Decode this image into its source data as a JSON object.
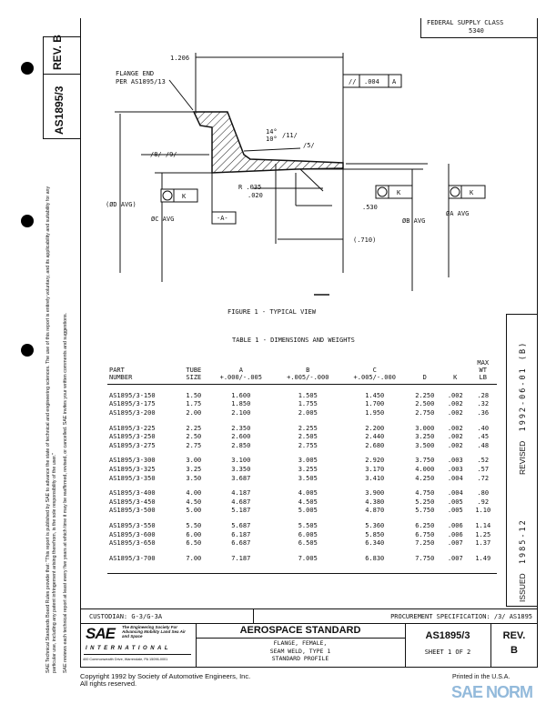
{
  "header": {
    "federal_supply_class_label": "FEDERAL SUPPLY CLASS",
    "federal_supply_class": "5340"
  },
  "left_strip": {
    "rev_label": "REV.",
    "rev": "B",
    "doc_number": "AS1895/3",
    "notice_1": "SAE Technical Standards Board Rules provide that: \"This report is published by SAE to advance the state of technical and engineering sciences. The use of this report is entirely voluntary, and its applicability and suitability for any particular use, including any patent infringement arising therefrom, is the sole responsibility of the user.\"",
    "notice_2": "SAE reviews each technical report at least every five years at which time it may be reaffirmed, revised, or cancelled. SAE invites your written comments and suggestions."
  },
  "right_strip": {
    "issued_label": "ISSUED",
    "issued": "1985-12",
    "revised_label": "REVISED",
    "revised": "1992-06-01 (B)"
  },
  "figure": {
    "caption": "FIGURE 1 - TYPICAL VIEW",
    "labels": {
      "flange_end": "FLANGE END",
      "per": "PER AS1895/13",
      "dim_1206": "1.206",
      "tol_symbol": "//",
      "tol_value": ".004",
      "tol_datum": "A",
      "angle_top": "14°",
      "angle_bottom": "10°",
      "angle_note": "/11/",
      "note_5": "/5/",
      "note_89": "/8/ /9/",
      "radius": "R .035",
      "radius_2": ".020",
      "dim_530": ".530",
      "dim_710": "(.710)",
      "d_avg": "(ØD AVG)",
      "c_avg": "ØC AVG",
      "b_avg": "ØB AVG",
      "a_avg": "ØA AVG",
      "datum_a": "-A-",
      "k": "K"
    }
  },
  "table": {
    "title": "TABLE 1 - DIMENSIONS AND WEIGHTS",
    "headers": [
      [
        "PART",
        "NUMBER"
      ],
      [
        "TUBE",
        "SIZE"
      ],
      [
        "A",
        "+.000/-.005"
      ],
      [
        "B",
        "+.005/-.000"
      ],
      [
        "C",
        "+.005/-.000"
      ],
      [
        "",
        "D"
      ],
      [
        "",
        "K"
      ],
      [
        "MAX",
        "WT",
        "LB"
      ]
    ],
    "groups": [
      [
        [
          "AS1895/3-150",
          "1.50",
          "1.600",
          "1.505",
          "1.450",
          "2.250",
          ".002",
          ".28"
        ],
        [
          "AS1895/3-175",
          "1.75",
          "1.850",
          "1.755",
          "1.700",
          "2.500",
          ".002",
          ".32"
        ],
        [
          "AS1895/3-200",
          "2.00",
          "2.100",
          "2.005",
          "1.950",
          "2.750",
          ".002",
          ".36"
        ]
      ],
      [
        [
          "AS1895/3-225",
          "2.25",
          "2.350",
          "2.255",
          "2.200",
          "3.000",
          ".002",
          ".40"
        ],
        [
          "AS1895/3-250",
          "2.50",
          "2.600",
          "2.505",
          "2.440",
          "3.250",
          ".002",
          ".45"
        ],
        [
          "AS1895/3-275",
          "2.75",
          "2.850",
          "2.755",
          "2.680",
          "3.500",
          ".002",
          ".48"
        ]
      ],
      [
        [
          "AS1895/3-300",
          "3.00",
          "3.100",
          "3.005",
          "2.920",
          "3.750",
          ".003",
          ".52"
        ],
        [
          "AS1895/3-325",
          "3.25",
          "3.350",
          "3.255",
          "3.170",
          "4.000",
          ".003",
          ".57"
        ],
        [
          "AS1895/3-350",
          "3.50",
          "3.687",
          "3.505",
          "3.410",
          "4.250",
          ".004",
          ".72"
        ]
      ],
      [
        [
          "AS1895/3-400",
          "4.00",
          "4.187",
          "4.005",
          "3.900",
          "4.750",
          ".004",
          ".80"
        ],
        [
          "AS1895/3-450",
          "4.50",
          "4.687",
          "4.505",
          "4.380",
          "5.250",
          ".005",
          ".92"
        ],
        [
          "AS1895/3-500",
          "5.00",
          "5.187",
          "5.005",
          "4.870",
          "5.750",
          ".005",
          "1.10"
        ]
      ],
      [
        [
          "AS1895/3-550",
          "5.50",
          "5.687",
          "5.505",
          "5.360",
          "6.250",
          ".006",
          "1.14"
        ],
        [
          "AS1895/3-600",
          "6.00",
          "6.187",
          "6.005",
          "5.850",
          "6.750",
          ".006",
          "1.25"
        ],
        [
          "AS1895/3-650",
          "6.50",
          "6.687",
          "6.505",
          "6.340",
          "7.250",
          ".007",
          "1.37"
        ]
      ],
      [
        [
          "AS1895/3-700",
          "7.00",
          "7.187",
          "7.005",
          "6.830",
          "7.750",
          ".007",
          "1.49"
        ]
      ]
    ]
  },
  "title_block": {
    "custodian": "CUSTODIAN:  G-3/G-3A",
    "procurement": "PROCUREMENT SPECIFICATION:  /3/  AS1895",
    "logo_text": "SAE",
    "logo_tagline": "The Engineering Society For Advancing Mobility Land Sea Air and Space",
    "logo_international": "INTERNATIONAL",
    "logo_address": "400 Commonwealth Drive, Warrendale, PA 15096-0001",
    "standard": "AEROSPACE STANDARD",
    "title_lines": [
      "FLANGE, FEMALE,",
      "SEAM WELD, TYPE 1",
      "STANDARD PROFILE"
    ],
    "doc_number": "AS1895/3",
    "sheet": "SHEET 1 OF 2",
    "rev_label": "REV.",
    "rev": "B"
  },
  "footer": {
    "copyright": "Copyright 1992  by Society of Automotive Engineers, Inc.",
    "rights": "All rights reserved.",
    "printed": "Printed in the U.S.A.",
    "watermark": "SAE NORM"
  }
}
